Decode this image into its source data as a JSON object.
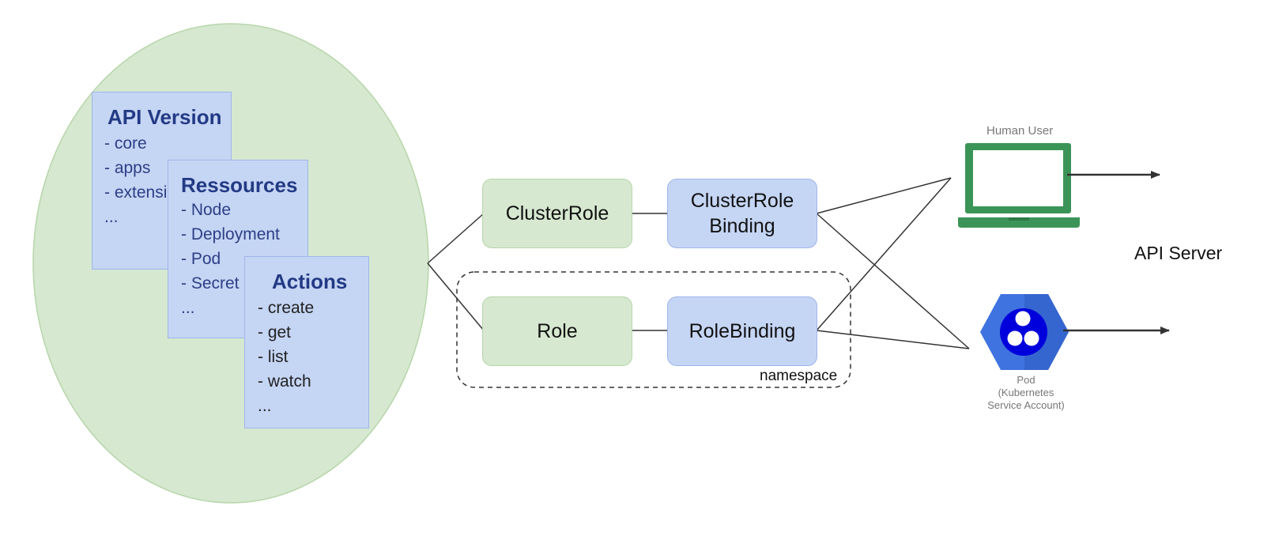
{
  "cards": [
    {
      "title": "API Version",
      "items": [
        "- core",
        "- apps",
        "- extensions",
        "..."
      ]
    },
    {
      "title": "Ressources",
      "items": [
        "- Node",
        "- Deployment",
        "- Pod",
        "- Secret",
        "..."
      ]
    },
    {
      "title": "Actions",
      "items": [
        "- create",
        "- get",
        "- list",
        "- watch",
        "..."
      ]
    }
  ],
  "nodes": {
    "clusterrole": "ClusterRole",
    "clusterrole_binding_line1": "ClusterRole",
    "clusterrole_binding_line2": "Binding",
    "role": "Role",
    "rolebinding": "RoleBinding"
  },
  "namespace_label": "namespace",
  "human_user_label": "Human User",
  "pod_label_line1": "Pod",
  "pod_label_line2": "(Kubernetes",
  "pod_label_line3": "Service Account)",
  "api_server_label": "API Server",
  "colors": {
    "ellipse_fill": "#d6e8d0",
    "ellipse_stroke": "#b7d6aa",
    "card_fill": "#c5d5f4",
    "laptop_green": "#3b9457",
    "pod_blue": "#3f73e0"
  }
}
